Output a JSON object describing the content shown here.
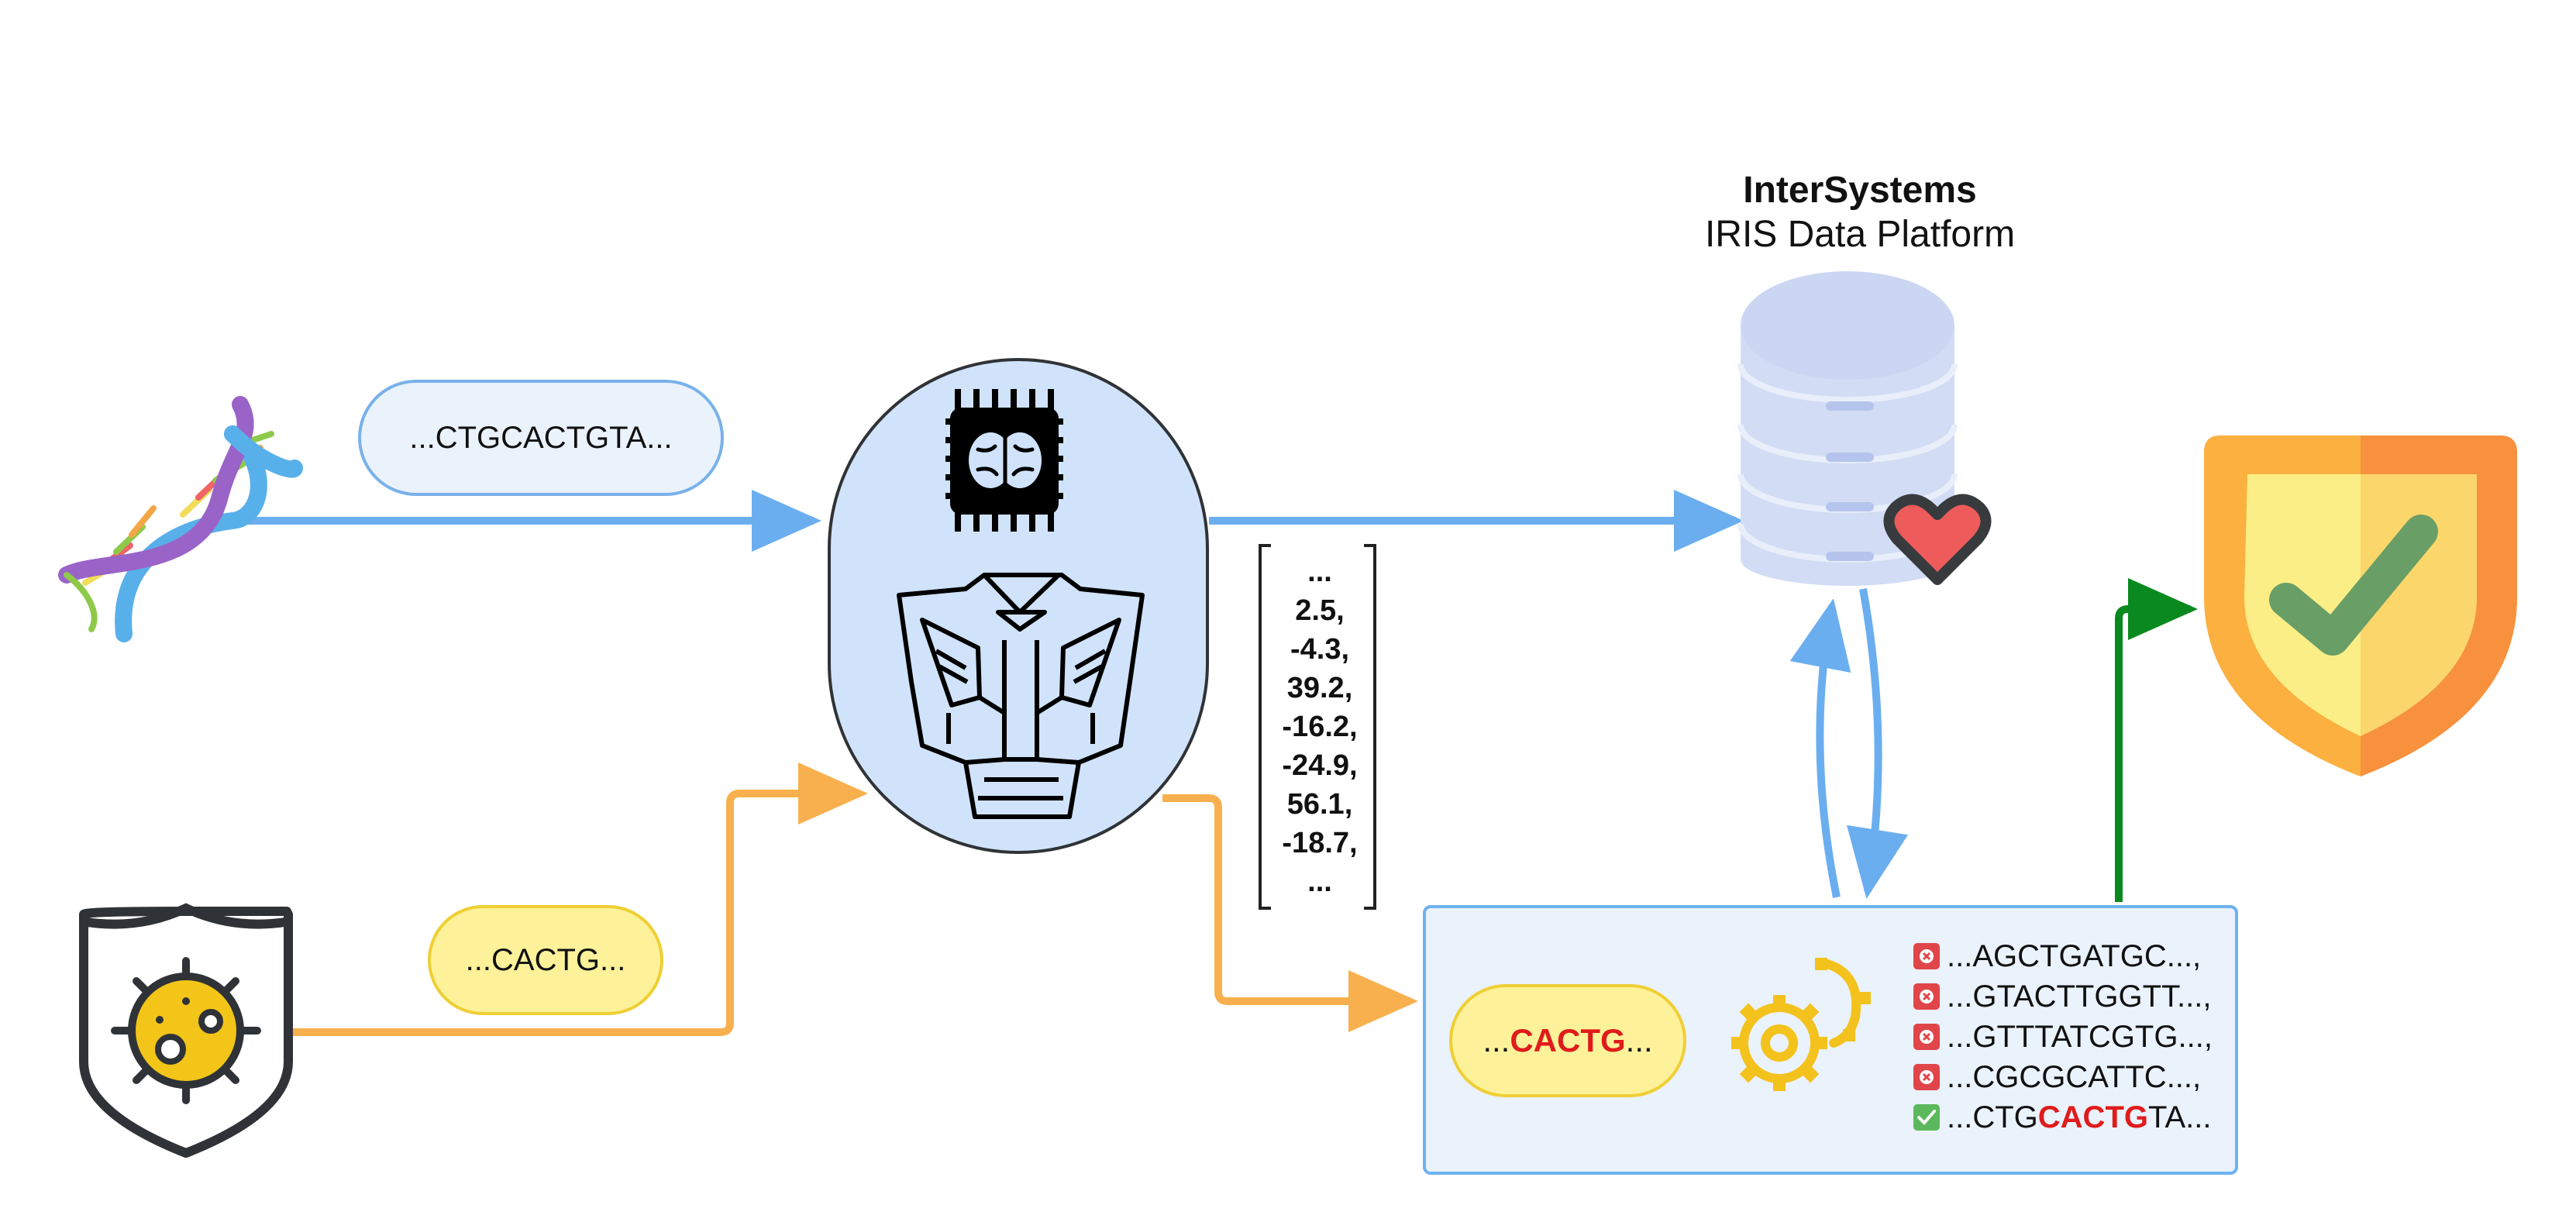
{
  "dna_sequence": "...CTGCACTGTA...",
  "virus_sequence": "...CACTG...",
  "query_sequence": {
    "prefix": "...",
    "highlight": "CACTG",
    "suffix": "..."
  },
  "database": {
    "brand": "InterSystems",
    "product": "IRIS Data Platform"
  },
  "embedding_vector": [
    "...",
    "2.5,",
    "-4.3,",
    "39.2,",
    "-16.2,",
    "-24.9,",
    "56.1,",
    "-18.7,",
    "..."
  ],
  "search_results": [
    {
      "status": "no-match",
      "icon": "x-mark-icon",
      "prefix": "...AGCTGATGC...,",
      "highlight": "",
      "suffix": ""
    },
    {
      "status": "no-match",
      "icon": "x-mark-icon",
      "prefix": "...GTACTTGGTT...,",
      "highlight": "",
      "suffix": ""
    },
    {
      "status": "no-match",
      "icon": "x-mark-icon",
      "prefix": "...GTTTATCGTG...,",
      "highlight": "",
      "suffix": ""
    },
    {
      "status": "no-match",
      "icon": "x-mark-icon",
      "prefix": "...CGCGCATTC...,",
      "highlight": "",
      "suffix": ""
    },
    {
      "status": "match",
      "icon": "check-mark-icon",
      "prefix": "...CTG",
      "highlight": "CACTG",
      "suffix": "TA..."
    }
  ],
  "colors": {
    "blue_arrow": "#6aaef0",
    "orange_arrow": "#f8b04e",
    "green_arrow": "#0a8a1e",
    "highlight_text": "#e01b1b",
    "model_fill": "#d0e3fa"
  },
  "icons": [
    "dna-icon",
    "virus-shield-icon",
    "ai-chip-icon",
    "transformer-icon",
    "database-icon",
    "heart-icon",
    "gears-icon",
    "security-shield-check-icon"
  ]
}
